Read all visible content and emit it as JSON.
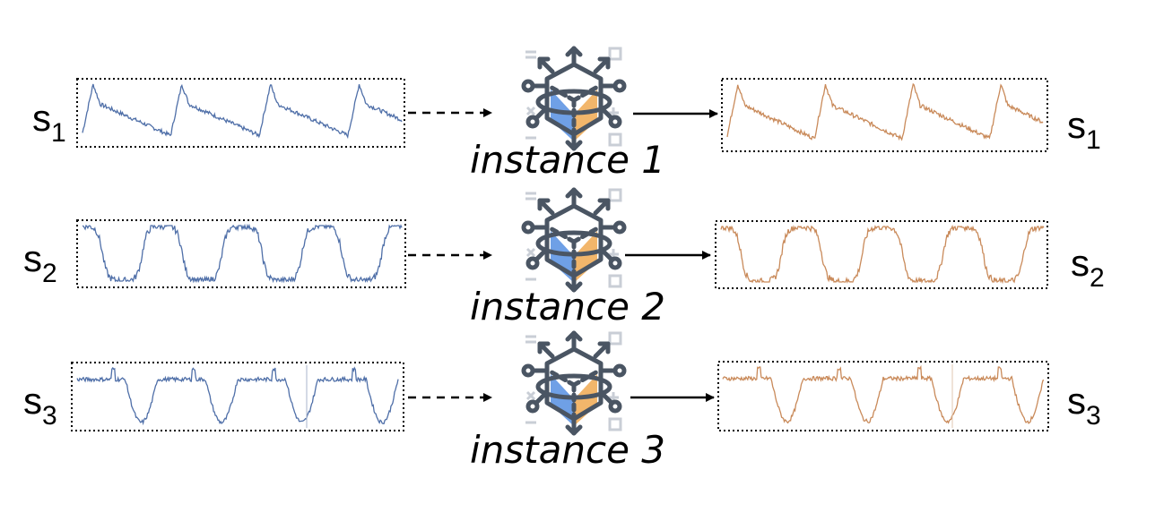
{
  "colors": {
    "input_series": "#4f6fa8",
    "output_series": "#c98a5a",
    "icon_stroke": "#4a5563",
    "icon_blue": "#6fa0e6",
    "icon_orange": "#f2b66b",
    "arrow": "#000000"
  },
  "rows": [
    {
      "series_label": "s",
      "series_index": "1",
      "instance_label": "instance 1",
      "icon": "ai-model-cube-icon",
      "pattern": "sawtooth"
    },
    {
      "series_label": "s",
      "series_index": "2",
      "instance_label": "instance 2",
      "icon": "ai-model-cube-icon",
      "pattern": "plateau"
    },
    {
      "series_label": "s",
      "series_index": "3",
      "instance_label": "instance 3",
      "icon": "ai-model-cube-icon",
      "pattern": "valley"
    }
  ]
}
